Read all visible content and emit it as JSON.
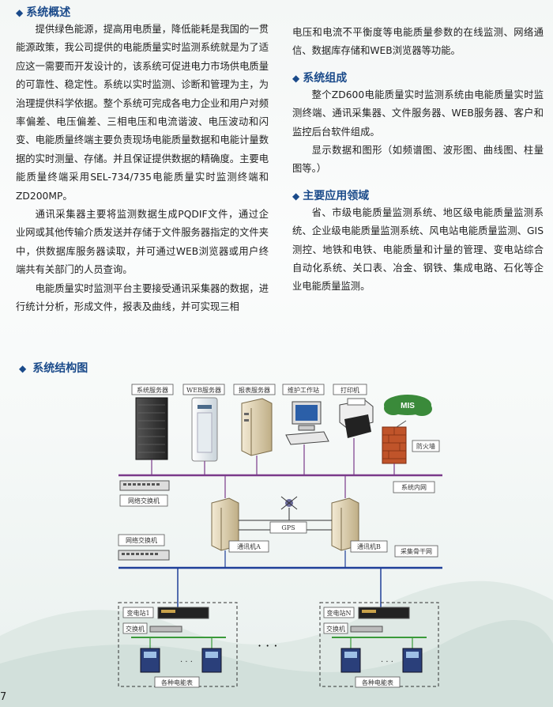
{
  "sections": {
    "overview": {
      "title": "系统概述",
      "p1": "提供绿色能源，提高用电质量，降低能耗是我国的一贯能源政策，我公司提供的电能质量实时监测系统就是为了适应这一需要而开发设计的，该系统可促进电力市场供电质量的可靠性、稳定性。系统以实时监测、诊断和管理为主，为治理提供科学依据。整个系统可完成各电力企业和用户对频率偏差、电压偏差、三相电压和电流谐波、电压波动和闪变、电能质量终端主要负责现场电能质量数据和电能计量数据的实时测量、存储。并且保证提供数据的精确度。主要电能质量终端采用SEL-734/735电能质量实时监测终端和ZD200MP。",
      "p2": "通讯采集器主要将监测数据生成PQDIF文件，通过企业网或其他传输介质发送并存储于文件服务器指定的文件夹中，供数据库服务器读取，并可通过WEB浏览器或用户终端共有关部门的人员查询。",
      "p3": "电能质量实时监测平台主要接受通讯采集器的数据，进行统计分析，形成文件，报表及曲线，并可实现三相",
      "p3_cont": "电压和电流不平衡度等电能质量参数的在线监测、网络通信、数据库存储和WEB浏览器等功能。"
    },
    "composition": {
      "title": "系统组成",
      "p1": "整个ZD600电能质量实时监测系统由电能质量实时监测终端、通讯采集器、文件服务器、WEB服务器、客户和监控后台软件组成。",
      "p2": "显示数据和图形（如频谱图、波形图、曲线图、柱量图等。）"
    },
    "applications": {
      "title": "主要应用领域",
      "p1": "省、市级电能质量监测系统、地区级电能质量监测系统、企业级电能质量监测系统、风电站电能质量监测、GIS测控、地铁和电铁、电能质量和计量的管理、变电站综合自动化系统、关口表、冶金、钢铁、集成电路、石化等企业电能质量监测。"
    },
    "structure": {
      "title": "系统结构图"
    }
  },
  "diagram": {
    "top_labels": [
      "系统服务器",
      "WEB服务器",
      "报表服务器",
      "维护工作站",
      "打印机"
    ],
    "mis": "MIS",
    "firewall": "防火墙",
    "system_lan": "系统内网",
    "network_switch_1": "网络交换机",
    "network_switch_2": "网络交换机",
    "gps": "GPS",
    "collector_a": "通讯机A",
    "collector_b": "通讯机B",
    "backbone": "采集骨干网",
    "substation_1": "变电站1",
    "substation_n": "变电站N",
    "switch_1": "交换机",
    "switch_n": "交换机",
    "meters_1": "各种电能表",
    "meters_n": "各种电能表",
    "dots": "· · ·",
    "small_dots": "· · ·"
  },
  "page_number": "7",
  "colors": {
    "accent": "#1a4a8a",
    "bus_blue": "#1f3f99",
    "bus_green": "#3a9a3a"
  }
}
